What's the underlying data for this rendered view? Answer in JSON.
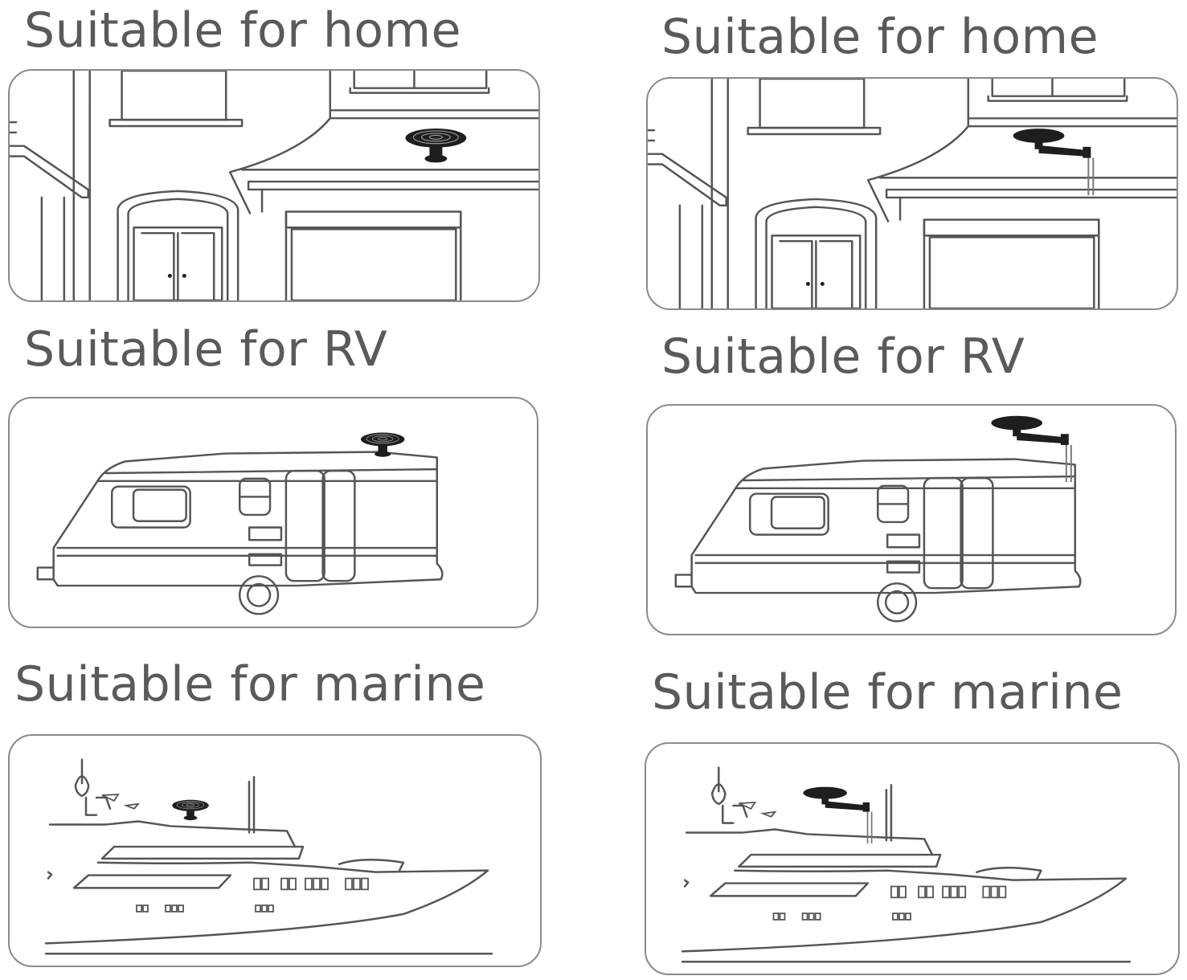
{
  "colors": {
    "heading_text": "#5a5a5a",
    "panel_border": "#8a8a8a",
    "line_art": "#555555",
    "antenna": "#1e1e1e",
    "background": "#ffffff"
  },
  "left_column": {
    "home": {
      "title": "Suitable for home",
      "illustration_icon": "house-with-disc-antenna-icon"
    },
    "rv": {
      "title": "Suitable for RV",
      "illustration_icon": "rv-with-disc-antenna-icon"
    },
    "marine": {
      "title": "Suitable for marine",
      "illustration_icon": "yacht-with-disc-antenna-icon"
    }
  },
  "right_column": {
    "home": {
      "title": "Suitable for home",
      "illustration_icon": "house-with-mast-antenna-icon"
    },
    "rv": {
      "title": "Suitable for RV",
      "illustration_icon": "rv-with-mast-antenna-icon"
    },
    "marine": {
      "title": "Suitable for marine",
      "illustration_icon": "yacht-with-mast-antenna-icon"
    }
  }
}
